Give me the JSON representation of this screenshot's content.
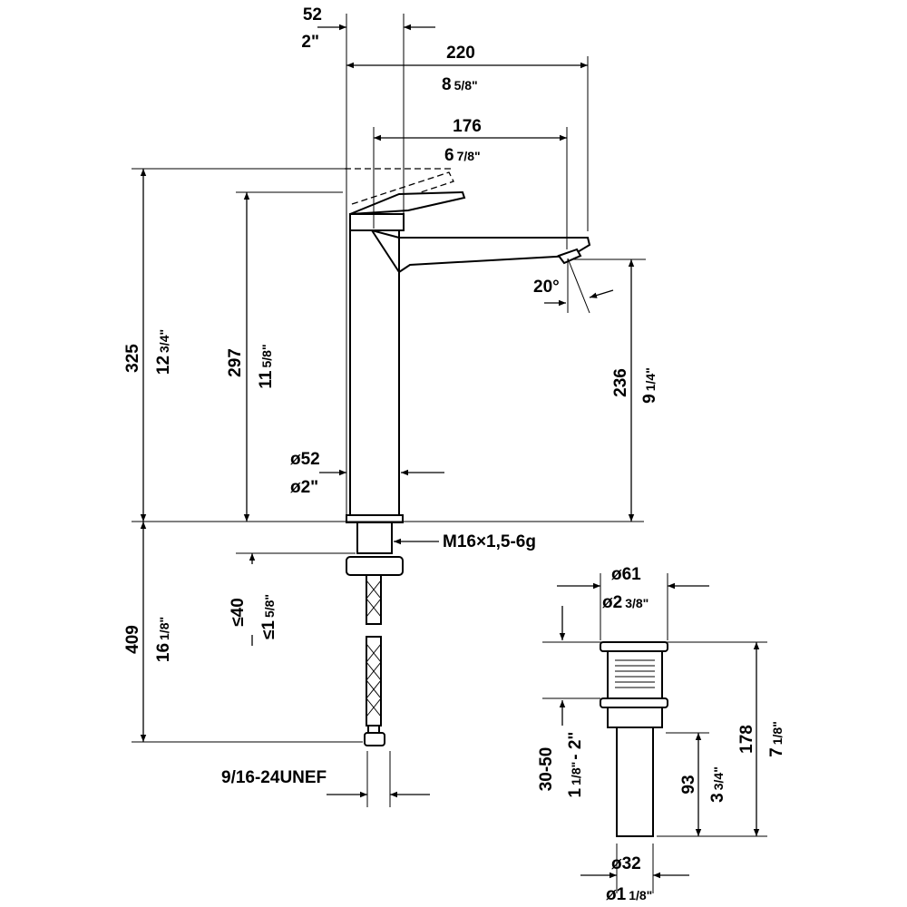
{
  "dims": {
    "d52": {
      "mm": "52",
      "in": "2\""
    },
    "d220": {
      "mm": "220",
      "in_whole": "8",
      "in_frac": "5/8\""
    },
    "d176": {
      "mm": "176",
      "in_whole": "6",
      "in_frac": "7/8\""
    },
    "angle": "20°",
    "d325": {
      "mm": "325",
      "in_whole": "12",
      "in_frac": "3/4\""
    },
    "d297": {
      "mm": "297",
      "in_whole": "11",
      "in_frac": "5/8\""
    },
    "d236": {
      "mm": "236",
      "in_whole": "9",
      "in_frac": "1/4\""
    },
    "dia52": {
      "mm": "ø52",
      "in": "ø2\""
    },
    "thread_top": "M16×1,5-6g",
    "d40": {
      "mm": "≤40",
      "in_whole": "≤1",
      "in_frac": "5/8\""
    },
    "d409": {
      "mm": "409",
      "in_whole": "16",
      "in_frac": "1/8\""
    },
    "thread_bottom": "9/16-24UNEF",
    "dia61": {
      "mm": "ø61",
      "in_whole": "ø2",
      "in_frac": "3/8\""
    },
    "d178": {
      "mm": "178",
      "in_whole": "7",
      "in_frac": "1/8\""
    },
    "d3050": {
      "mm": "30-50",
      "in_a": "1",
      "in_frac_a": "1/8\"",
      "in_b": "- 2\""
    },
    "d93": {
      "mm": "93",
      "in_whole": "3",
      "in_frac": "3/4\""
    },
    "dia32": {
      "mm": "ø32",
      "in_whole": "ø1",
      "in_frac": "1/8\""
    }
  }
}
